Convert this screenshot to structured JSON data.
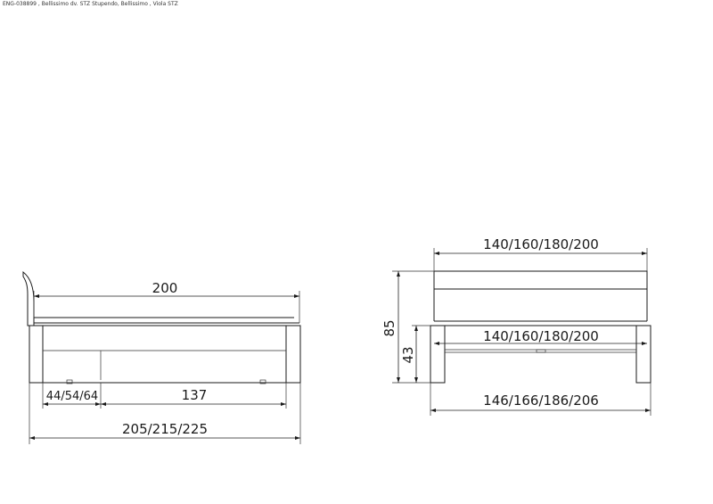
{
  "header": {
    "text": "ENG-038899 , Bellissimo dv. STZ Stupendo, Bellissimo , Viola STZ"
  },
  "side_view": {
    "length_label": "200",
    "headboard_label": "44/54/64",
    "drawer_label": "137",
    "total_label": "205/215/225"
  },
  "front_view": {
    "top_width_label": "140/160/180/200",
    "height_label": "85",
    "inner_width_label": "140/160/180/200",
    "base_height_label": "43",
    "outer_width_label": "146/166/186/206"
  }
}
